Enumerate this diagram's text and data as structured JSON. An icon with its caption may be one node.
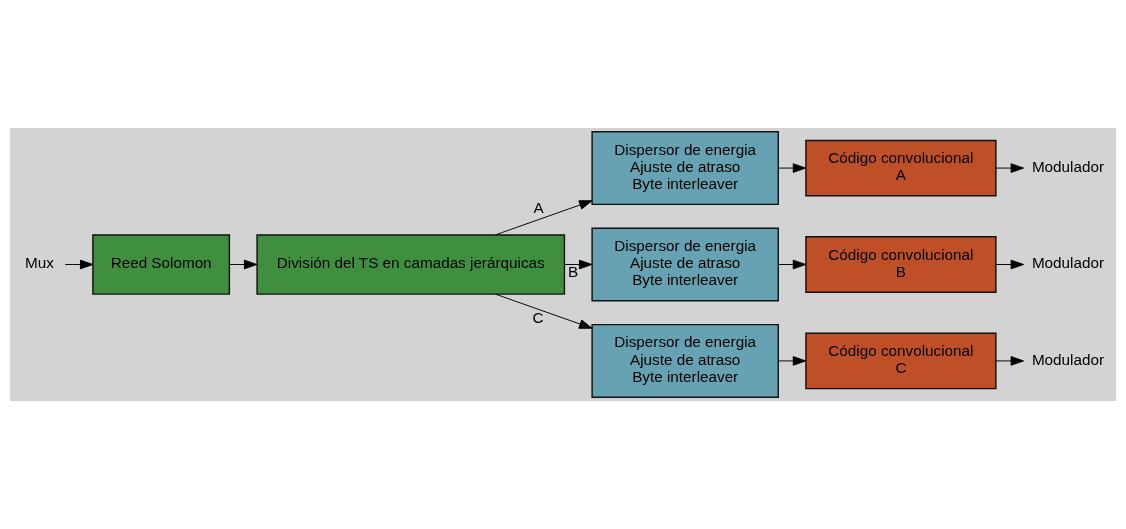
{
  "diagram": {
    "nodes": [
      {
        "text": [
          "Mux"
        ]
      },
      {
        "text": [
          "Reed Solomon"
        ]
      },
      {
        "text": [
          "División del TS en camadas jerárquicas"
        ]
      },
      {
        "text": [
          "Dispersor de energia",
          "Ajuste de atraso",
          "Byte interleaver"
        ]
      },
      {
        "text": [
          "Código convolucional",
          "A"
        ]
      },
      {
        "text": [
          "Modulador"
        ]
      },
      {
        "text": [
          "Dispersor de energia",
          "Ajuste de atraso",
          "Byte interleaver"
        ]
      },
      {
        "text": [
          "Código convolucional",
          "B"
        ]
      },
      {
        "text": [
          "Modulador"
        ]
      },
      {
        "text": [
          "Dispersor de energia",
          "Ajuste de atraso",
          "Byte interleaver"
        ]
      },
      {
        "text": [
          "Código convolucional",
          "C"
        ]
      },
      {
        "text": [
          "Modulador"
        ]
      }
    ],
    "edges": [
      {
        "from": 0,
        "to": 1,
        "arrow": "to"
      },
      {
        "from": 1,
        "to": 2,
        "arrow": "to"
      },
      {
        "from": 2,
        "to": 3,
        "arrow": "to",
        "label": "A"
      },
      {
        "from": 3,
        "to": 4,
        "arrow": "to"
      },
      {
        "from": 4,
        "to": 5,
        "arrow": "to"
      },
      {
        "from": 2,
        "to": 6,
        "arrow": "to",
        "label": "B"
      },
      {
        "from": 6,
        "to": 7,
        "arrow": "to"
      },
      {
        "from": 7,
        "to": 8,
        "arrow": "to"
      },
      {
        "from": 2,
        "to": 9,
        "arrow": "to",
        "label": "C"
      },
      {
        "from": 9,
        "to": 10,
        "arrow": "to"
      },
      {
        "from": 10,
        "to": 11,
        "arrow": "to"
      }
    ]
  }
}
